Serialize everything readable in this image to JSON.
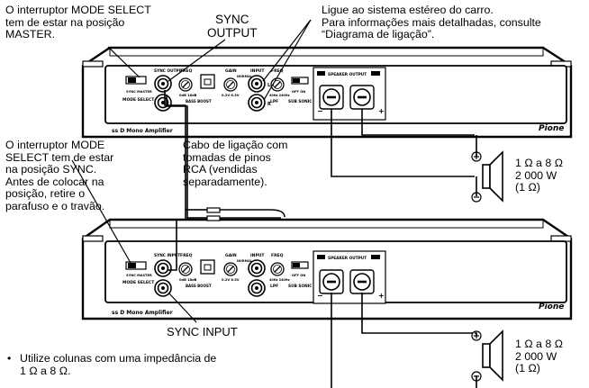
{
  "annotations": {
    "master_switch": [
      "O interruptor MODE SELECT",
      "tem de estar na posição",
      "MASTER."
    ],
    "sync_output": [
      "SYNC",
      "OUTPUT"
    ],
    "stereo_note": [
      "Ligue ao sistema estéreo do carro.",
      "Para informações mais detalhadas, consulte",
      "“Diagrama de ligação”."
    ],
    "sync_switch": [
      "O interruptor MODE",
      "SELECT tem de estar",
      "na posição SYNC.",
      "Antes de colocar na",
      "posição, retire o",
      "parafuso e o travão."
    ],
    "cable": [
      "Cabo de ligação com",
      "tomadas de pinos",
      "RCA (vendidas",
      "separadamente)."
    ],
    "sync_input": "SYNC INPUT",
    "speaker_top": [
      "1 Ω a 8 Ω",
      "2 000 W",
      "(1 Ω)"
    ],
    "speaker_bottom": [
      "1 Ω a 8 Ω",
      "2 000 W",
      "(1 Ω)"
    ],
    "bullet_notes": [
      "Utilize colunas com uma impedância de",
      "1 Ω a 8 Ω."
    ]
  },
  "amplifier_panel": {
    "brand": "Pione",
    "model_text": "ss D Mono Amplifier",
    "sync_output_label": "SYNC OUTPUT",
    "sync_input_label": "SYNC INPUT",
    "mode_select": "MODE SELECT",
    "switch_positions": "SYNC MASTER",
    "freq": "FREQ",
    "freq_range": "0dB 18dB",
    "bass_boost": "BASS BOOST",
    "gain": "GAIN",
    "gain_range": "0.2V 6.5V",
    "gain_normal": "NORMAL",
    "input": "INPUT",
    "input_l": "L",
    "input_r": "R",
    "lpf_freq": "FREQ",
    "lpf_range": "40Hz 240Hz",
    "lpf": "LPF",
    "sub_sonic": "SUB SONIC",
    "sub_sonic_state": "OFF ON",
    "speaker_output": "SPEAKER OUTPUT",
    "minus": "−",
    "plus": "+"
  }
}
